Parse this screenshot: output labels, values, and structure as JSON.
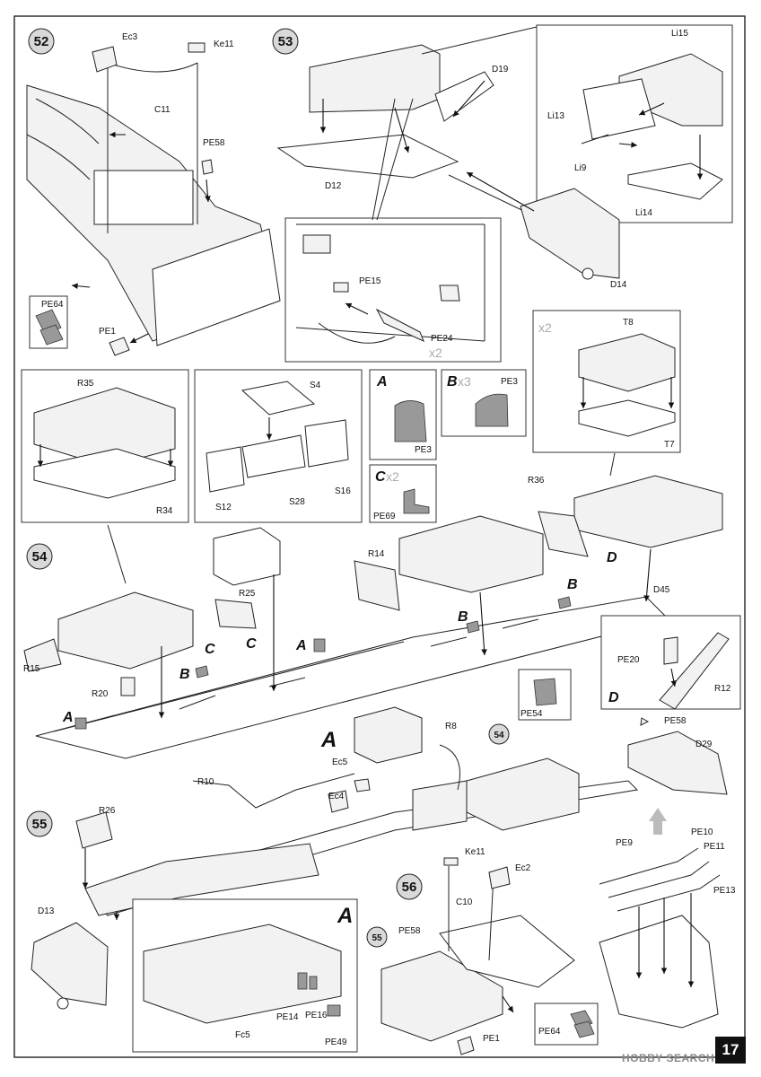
{
  "page_number": "17",
  "watermark": "HOBBY SEARCH",
  "steps": {
    "s52": "52",
    "s53": "53",
    "s54": "54",
    "s55": "55",
    "s56": "56",
    "ref54": "54",
    "ref55": "55"
  },
  "labels": {
    "Ec3": "Ec3",
    "Ke11a": "Ke11",
    "C11": "C11",
    "PE58a": "PE58",
    "PE64a": "PE64",
    "PE1a": "PE1",
    "D19": "D19",
    "D12": "D12",
    "Li15": "Li15",
    "Li13": "Li13",
    "Li9": "Li9",
    "Li14": "Li14",
    "PE15": "PE15",
    "PE24": "PE24",
    "D14": "D14",
    "R35": "R35",
    "R34": "R34",
    "S4": "S4",
    "S12": "S12",
    "S28": "S28",
    "S16": "S16",
    "T8": "T8",
    "T7": "T7",
    "A_key": "A",
    "B_key": "B",
    "C_key": "C",
    "PE3a": "PE3",
    "PE3b": "PE3",
    "PE69": "PE69",
    "R36": "R36",
    "R14": "R14",
    "R25": "R25",
    "D45": "D45",
    "R15": "R15",
    "R20": "R20",
    "A1": "A",
    "A2": "A",
    "B1": "B",
    "B2": "B",
    "C1": "C",
    "C2": "C",
    "D1": "D",
    "D2": "D",
    "PE20": "PE20",
    "R12": "R12",
    "PE54": "PE54",
    "PE58b": "PE58",
    "D29": "D29",
    "A_big": "A",
    "R8": "R8",
    "Ec5a": "Ec5",
    "Ec4": "Ec4",
    "R10": "R10",
    "R26": "R26",
    "D13": "D13",
    "A_big2": "A",
    "Fc5": "Fc5",
    "PE14": "PE14",
    "PE16": "PE16",
    "PE49": "PE49",
    "Ke11b": "Ke11",
    "Ec2": "Ec2",
    "C10": "C10",
    "PE58c": "PE58",
    "PE64b": "PE64",
    "PE1b": "PE1",
    "PE9": "PE9",
    "PE10": "PE10",
    "PE11": "PE11",
    "PE13": "PE13"
  },
  "multipliers": {
    "x2_pe24": "x2",
    "x2_t8": "x2",
    "x3_b": "x3",
    "x2_c": "x2"
  }
}
